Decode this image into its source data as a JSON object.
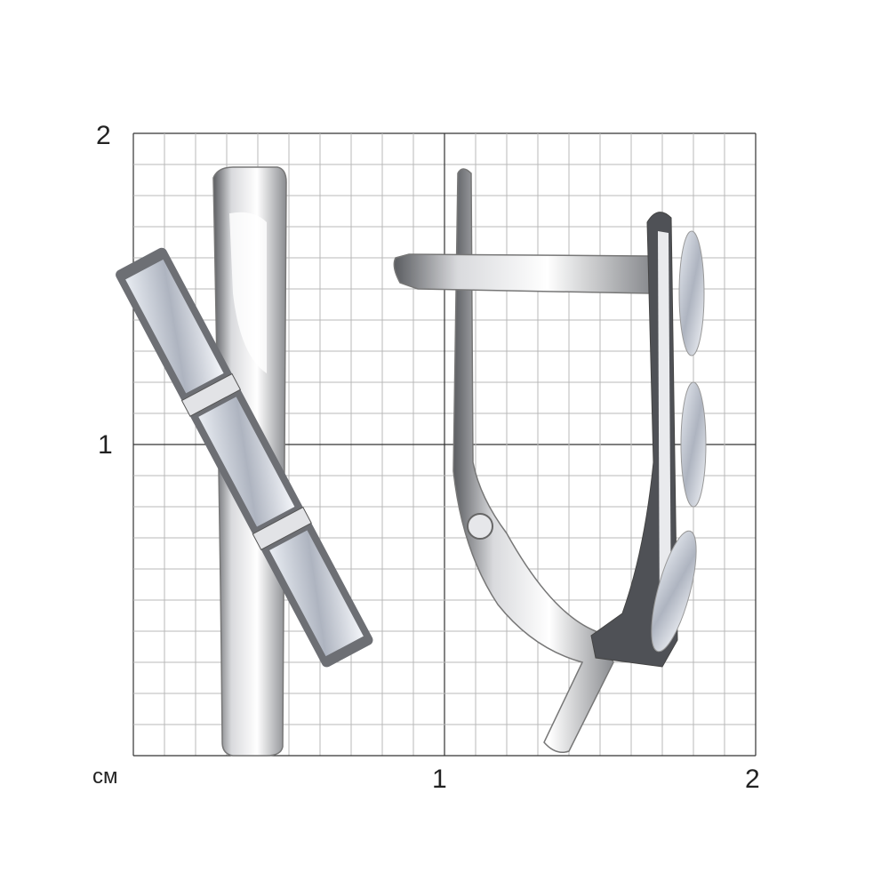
{
  "scale": {
    "unit_label": "см",
    "y_labels": [
      "2",
      "1"
    ],
    "x_labels": [
      "1",
      "2"
    ]
  },
  "colors": {
    "grid_minor": "#b8b8b8",
    "grid_major": "#333333",
    "metal_light": "#f2f3f5",
    "metal_dark": "#5a5c60"
  }
}
